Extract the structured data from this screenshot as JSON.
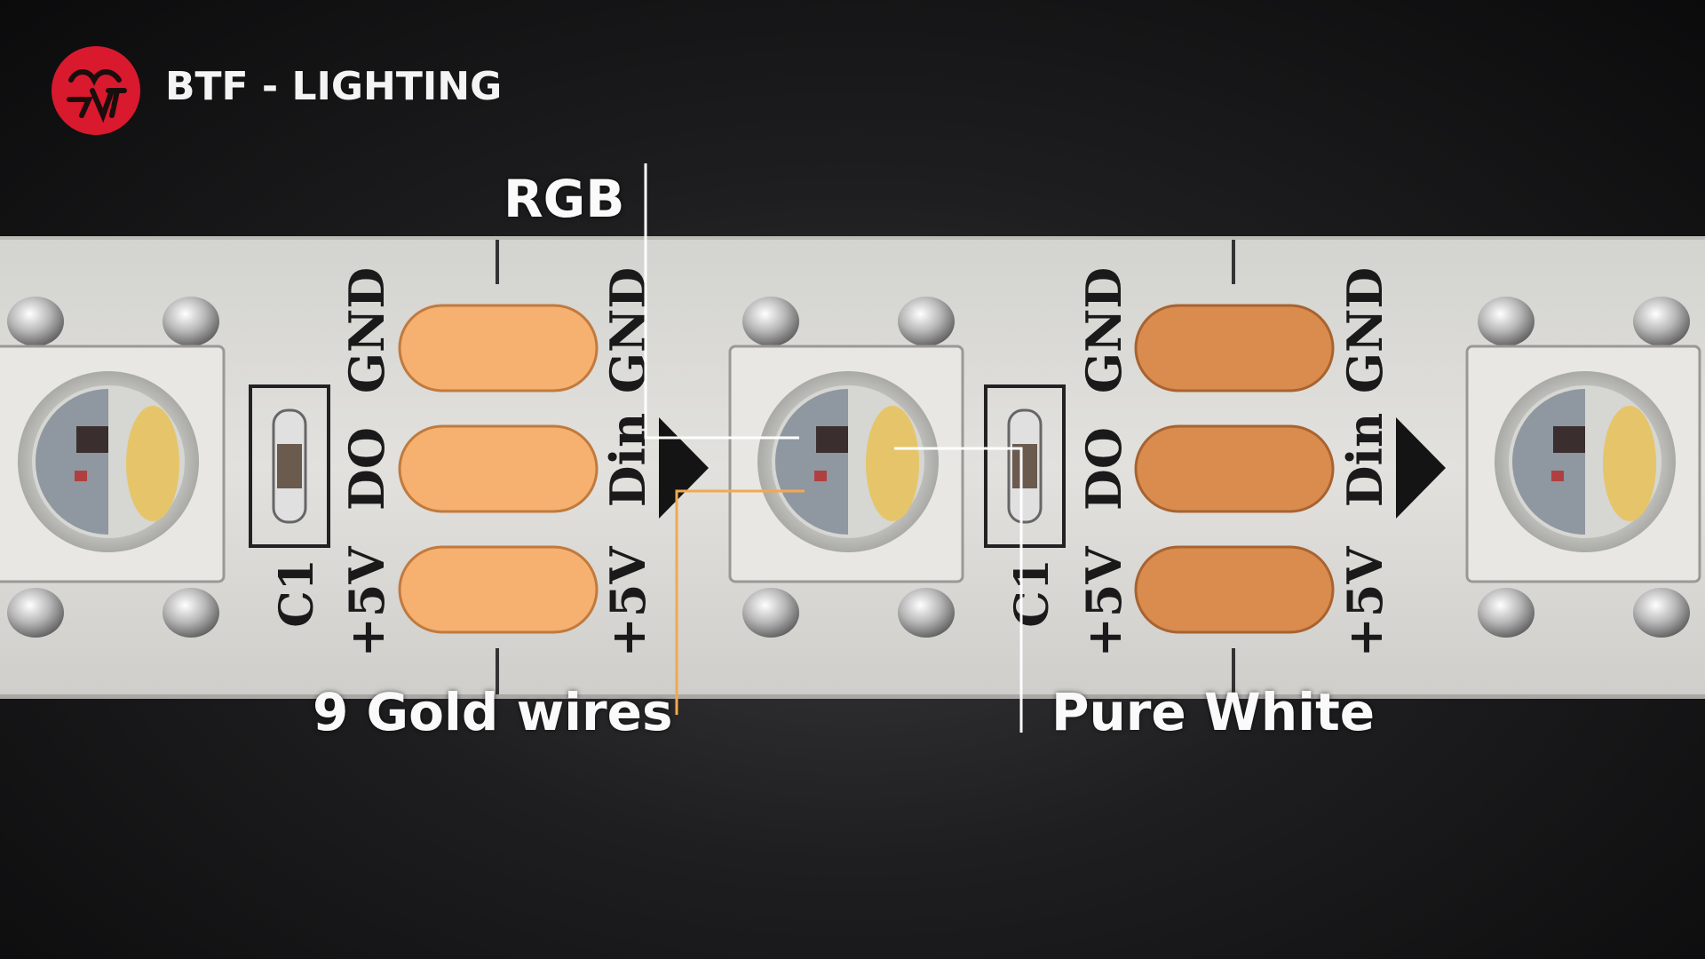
{
  "brand": {
    "name": "BTF - LIGHTING",
    "logo_icon": "btf-logo-icon",
    "logo_color": "#d8192e"
  },
  "strip": {
    "pcb_color": "#dddcd8",
    "pad_color_left": "#f6b070",
    "pad_color_right": "#d98c4e",
    "pad_labels_left": [
      "GND",
      "DO",
      "+5V"
    ],
    "pad_labels_right": [
      "GND",
      "Din",
      "+5V"
    ],
    "capacitor_label": "C1"
  },
  "callouts": {
    "rgb": "RGB",
    "gold_wires": "9 Gold wires",
    "pure_white": "Pure White",
    "gold_line_color": "#f2a94e",
    "line_color": "#ffffff"
  }
}
